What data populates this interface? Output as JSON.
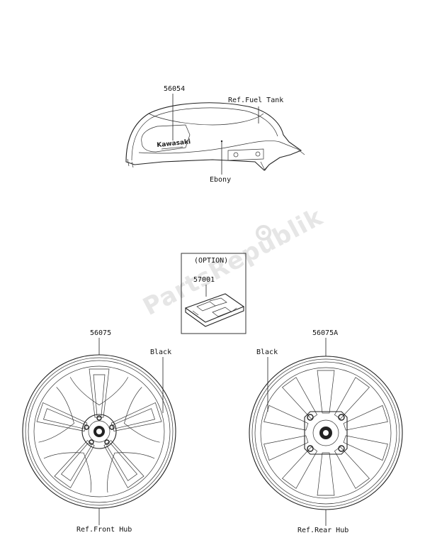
{
  "watermark": "PartsRepublik",
  "labels": {
    "tank_decal_part": "56054",
    "fuel_tank_ref": "Ref.Fuel Tank",
    "tank_color": "Ebony",
    "tank_brand": "Kawasaki",
    "option_header": "(OPTION)",
    "option_part": "57001",
    "front_wheel_part": "56075",
    "front_wheel_color": "Black",
    "front_hub_ref": "Ref.Front Hub",
    "rear_wheel_part": "56075A",
    "rear_wheel_color": "Black",
    "rear_hub_ref": "Ref.Rear Hub"
  },
  "icons": {
    "watermark_icon": "gear-icon"
  }
}
